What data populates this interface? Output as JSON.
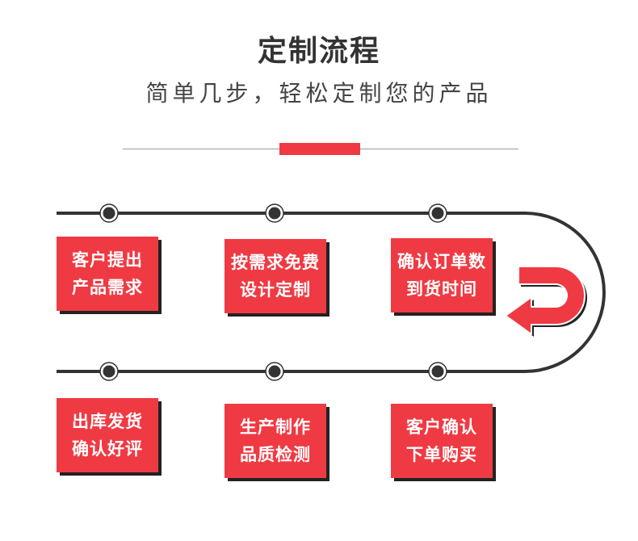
{
  "header": {
    "title": "定制流程",
    "subtitle": "简单几步，轻松定制您的产品"
  },
  "colors": {
    "accent": "#f03a43",
    "track": "#333333",
    "shadow": "#222222"
  },
  "steps": [
    {
      "line1": "客户提出",
      "line2": "产品需求"
    },
    {
      "line1": "按需求免费",
      "line2": "设计定制"
    },
    {
      "line1": "确认订单数",
      "line2": "到货时间"
    },
    {
      "line1": "客户确认",
      "line2": "下单购买"
    },
    {
      "line1": "生产制作",
      "line2": "品质检测"
    },
    {
      "line1": "出库发货",
      "line2": "确认好评"
    }
  ],
  "icons": {
    "turn": "u-turn-arrow-icon",
    "node": "circle-node-icon"
  }
}
